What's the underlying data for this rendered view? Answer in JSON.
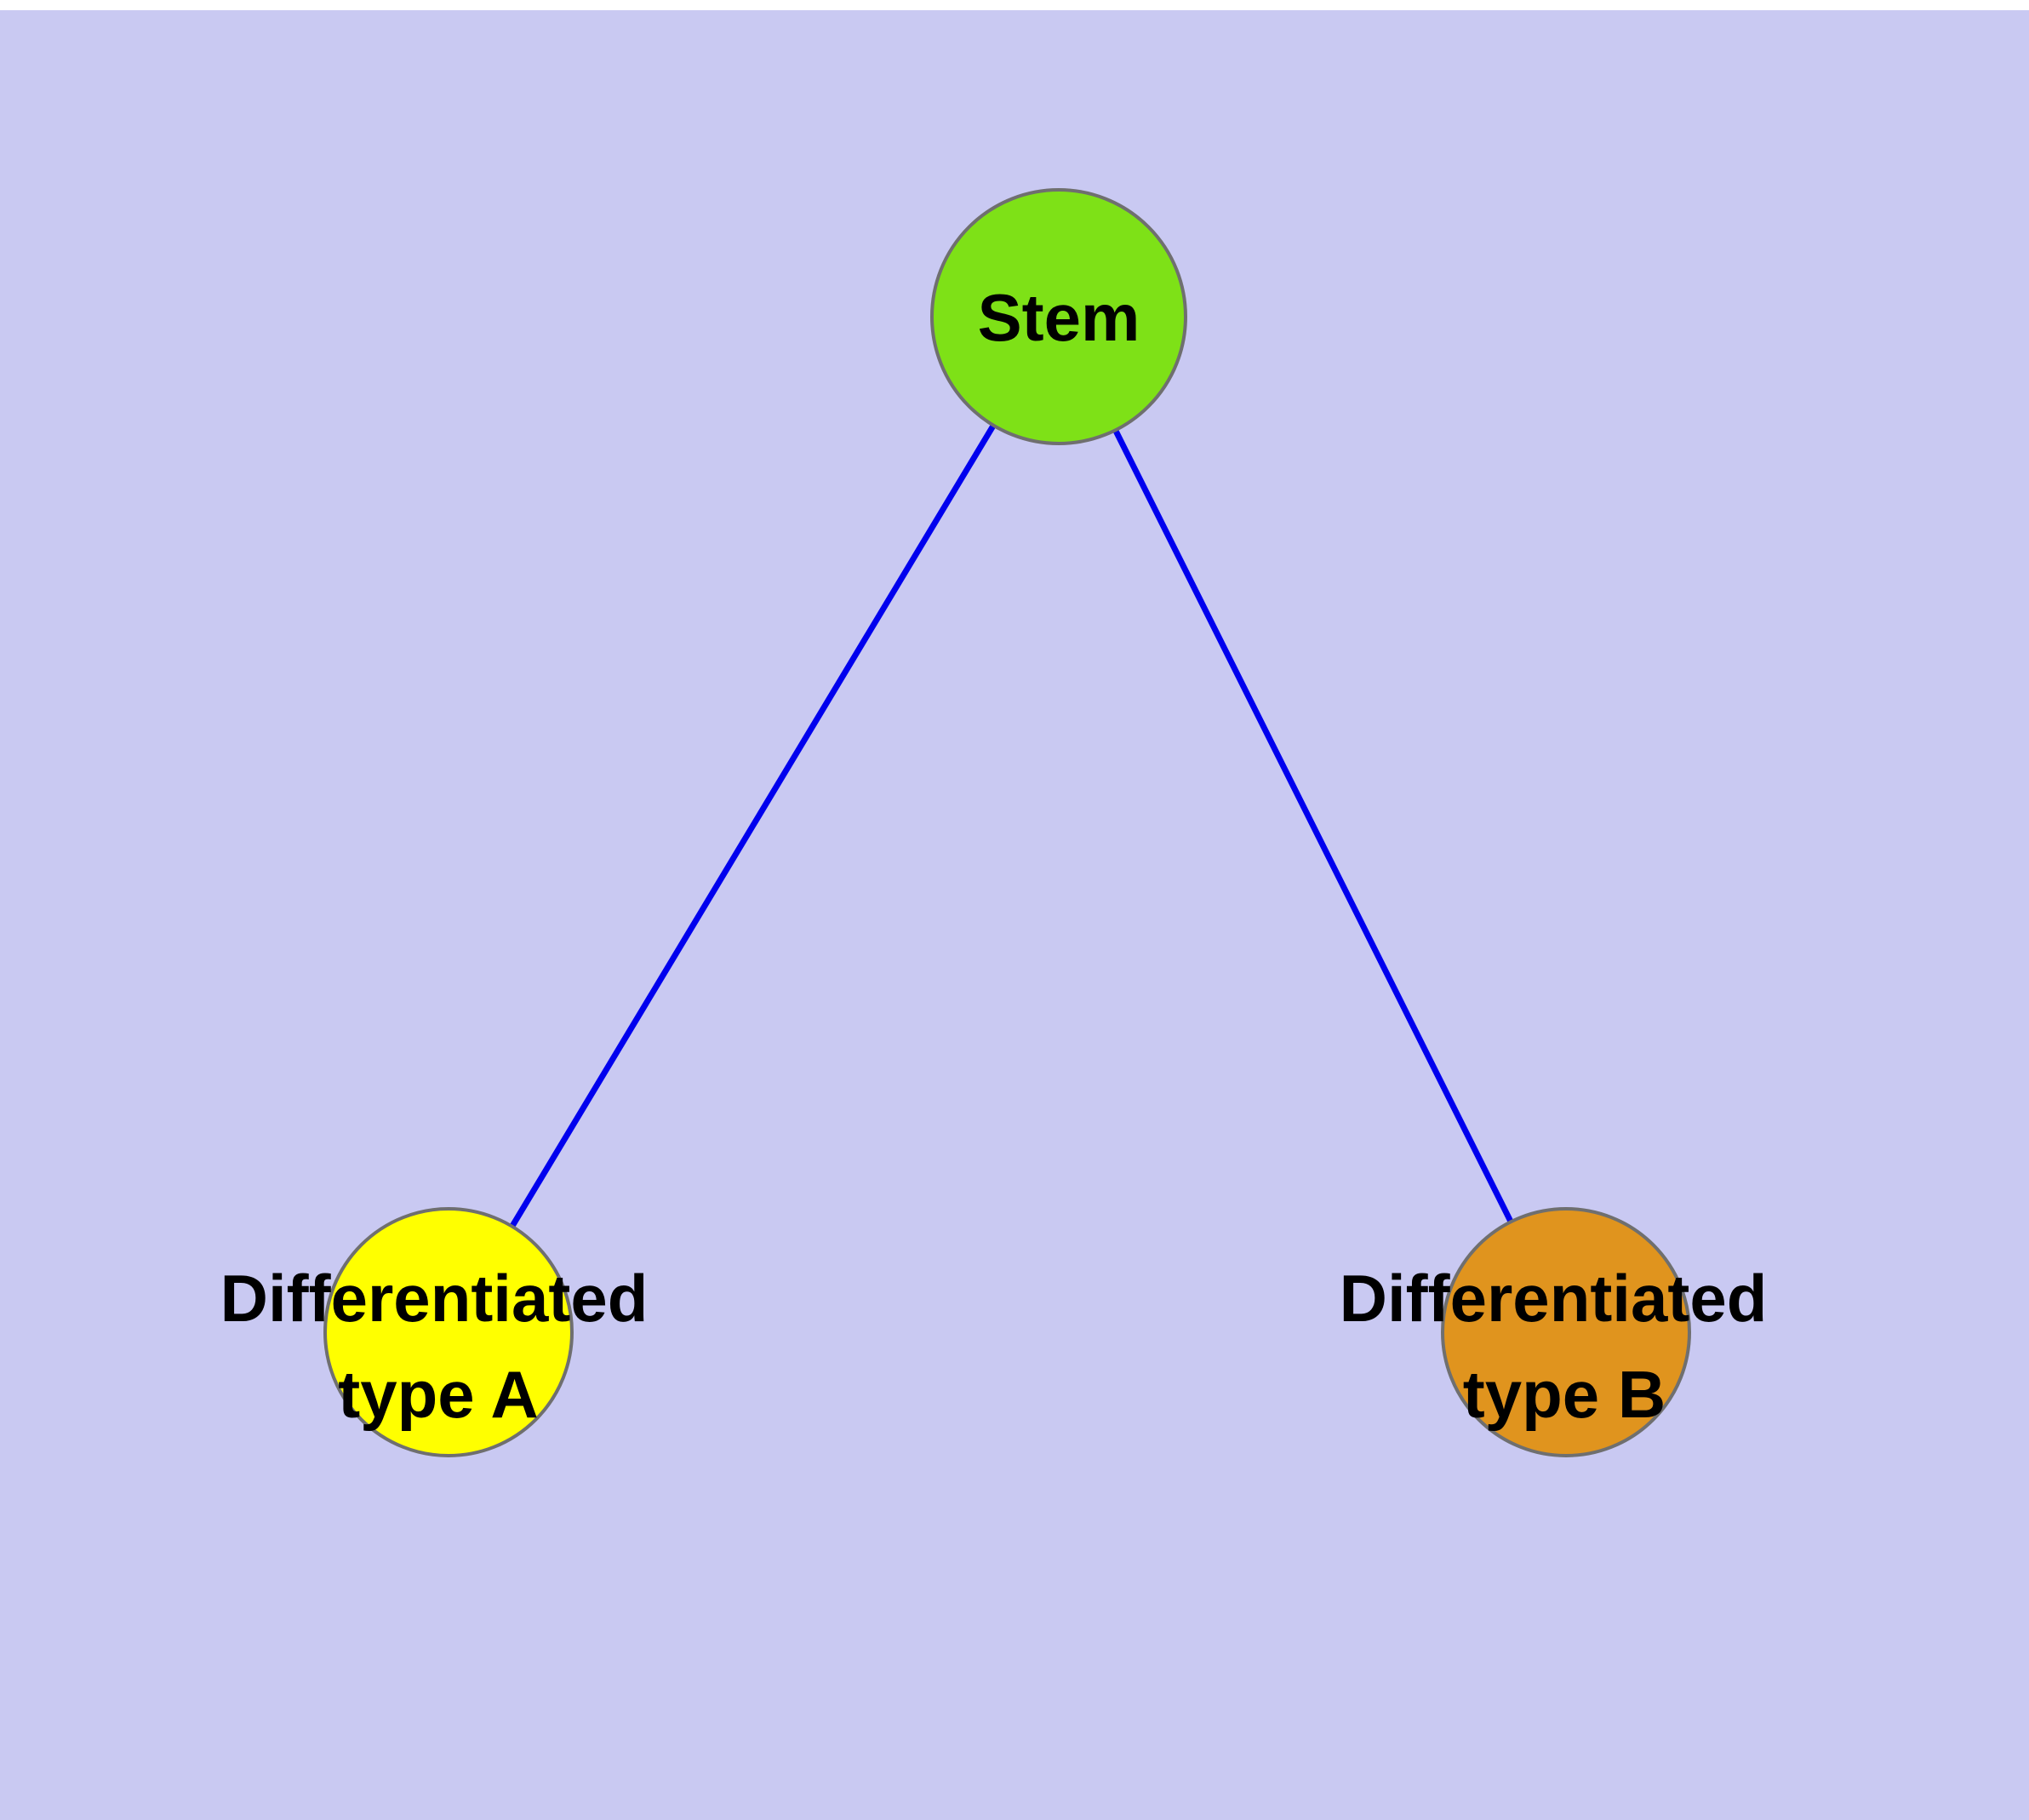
{
  "diagram": {
    "background_color": "#c9c9f2",
    "edge_color": "#0000ee",
    "node_border_color": "#6f6f6f",
    "label_color": "#000000",
    "nodes": {
      "stem": {
        "label": "Stem",
        "color": "#7ee117"
      },
      "type_a": {
        "label_line1": "Differentiated",
        "label_line2": "type A",
        "color": "#ffff00"
      },
      "type_b": {
        "label_line1": "Differentiated",
        "label_line2": "type B",
        "color": "#e0941e"
      }
    },
    "edges": [
      {
        "from": "stem",
        "to": "type_a"
      },
      {
        "from": "stem",
        "to": "type_b"
      }
    ]
  }
}
